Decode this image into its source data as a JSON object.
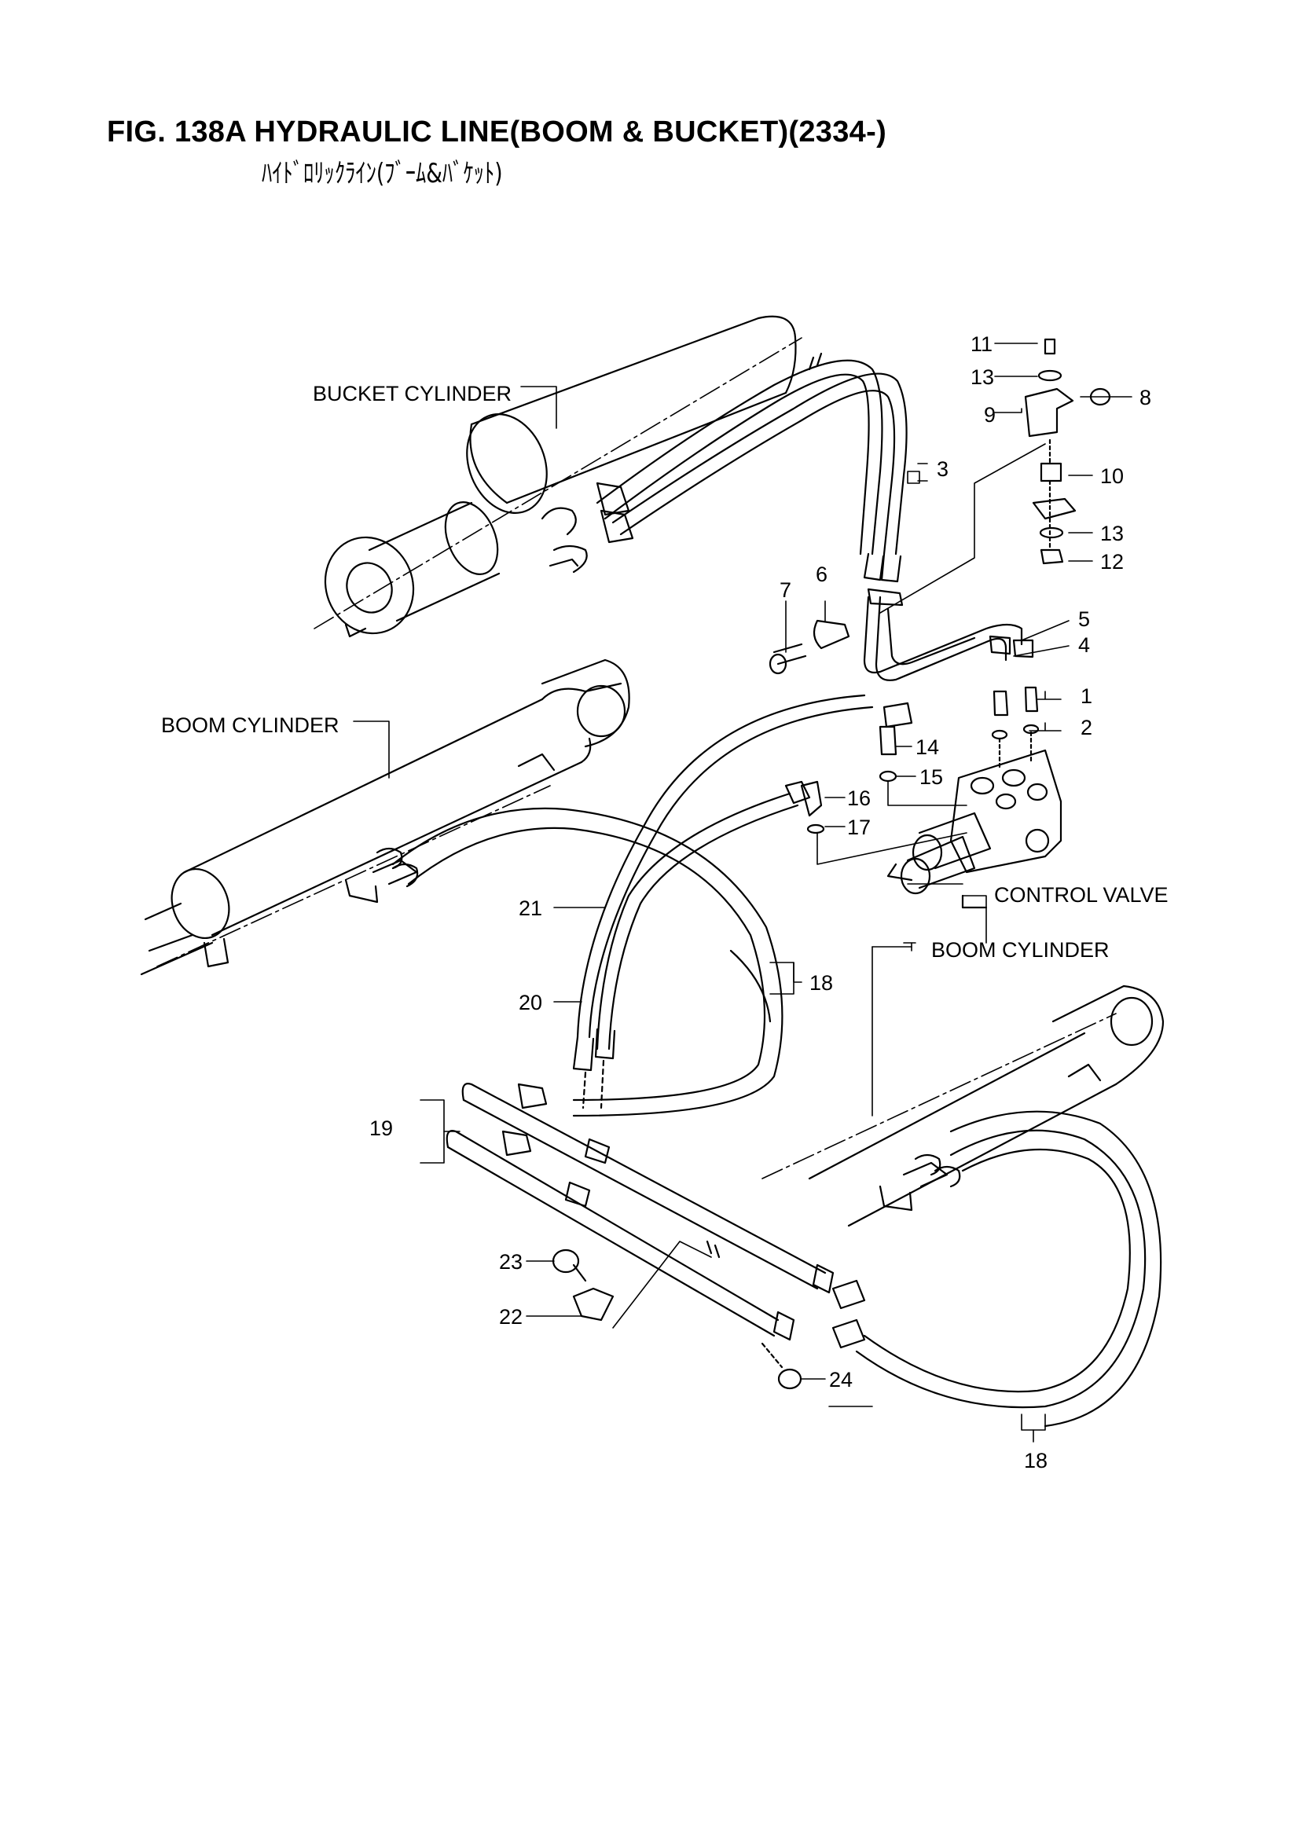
{
  "title": "FIG. 138A  HYDRAULIC LINE(BOOM & BUCKET)(2334-)",
  "subtitle": "ﾊｲﾄﾞﾛﾘｯｸﾗｲﾝ(ﾌﾞｰﾑ&ﾊﾞｹｯﾄ)",
  "labels": {
    "bucket_cylinder": "BUCKET CYLINDER",
    "boom_cylinder_left": "BOOM CYLINDER",
    "boom_cylinder_right": "BOOM CYLINDER",
    "control_valve": "CONTROL VALVE"
  },
  "callouts": {
    "p1": "1",
    "p2": "2",
    "p3": "3",
    "p4": "4",
    "p5": "5",
    "p6": "6",
    "p7": "7",
    "p8": "8",
    "p9": "9",
    "p10": "10",
    "p11": "11",
    "p12": "12",
    "p13a": "13",
    "p13b": "13",
    "p14": "14",
    "p15": "15",
    "p16": "16",
    "p17": "17",
    "p18a": "18",
    "p18b": "18",
    "p19": "19",
    "p20": "20",
    "p21": "21",
    "p22": "22",
    "p23": "23",
    "p24": "24"
  }
}
